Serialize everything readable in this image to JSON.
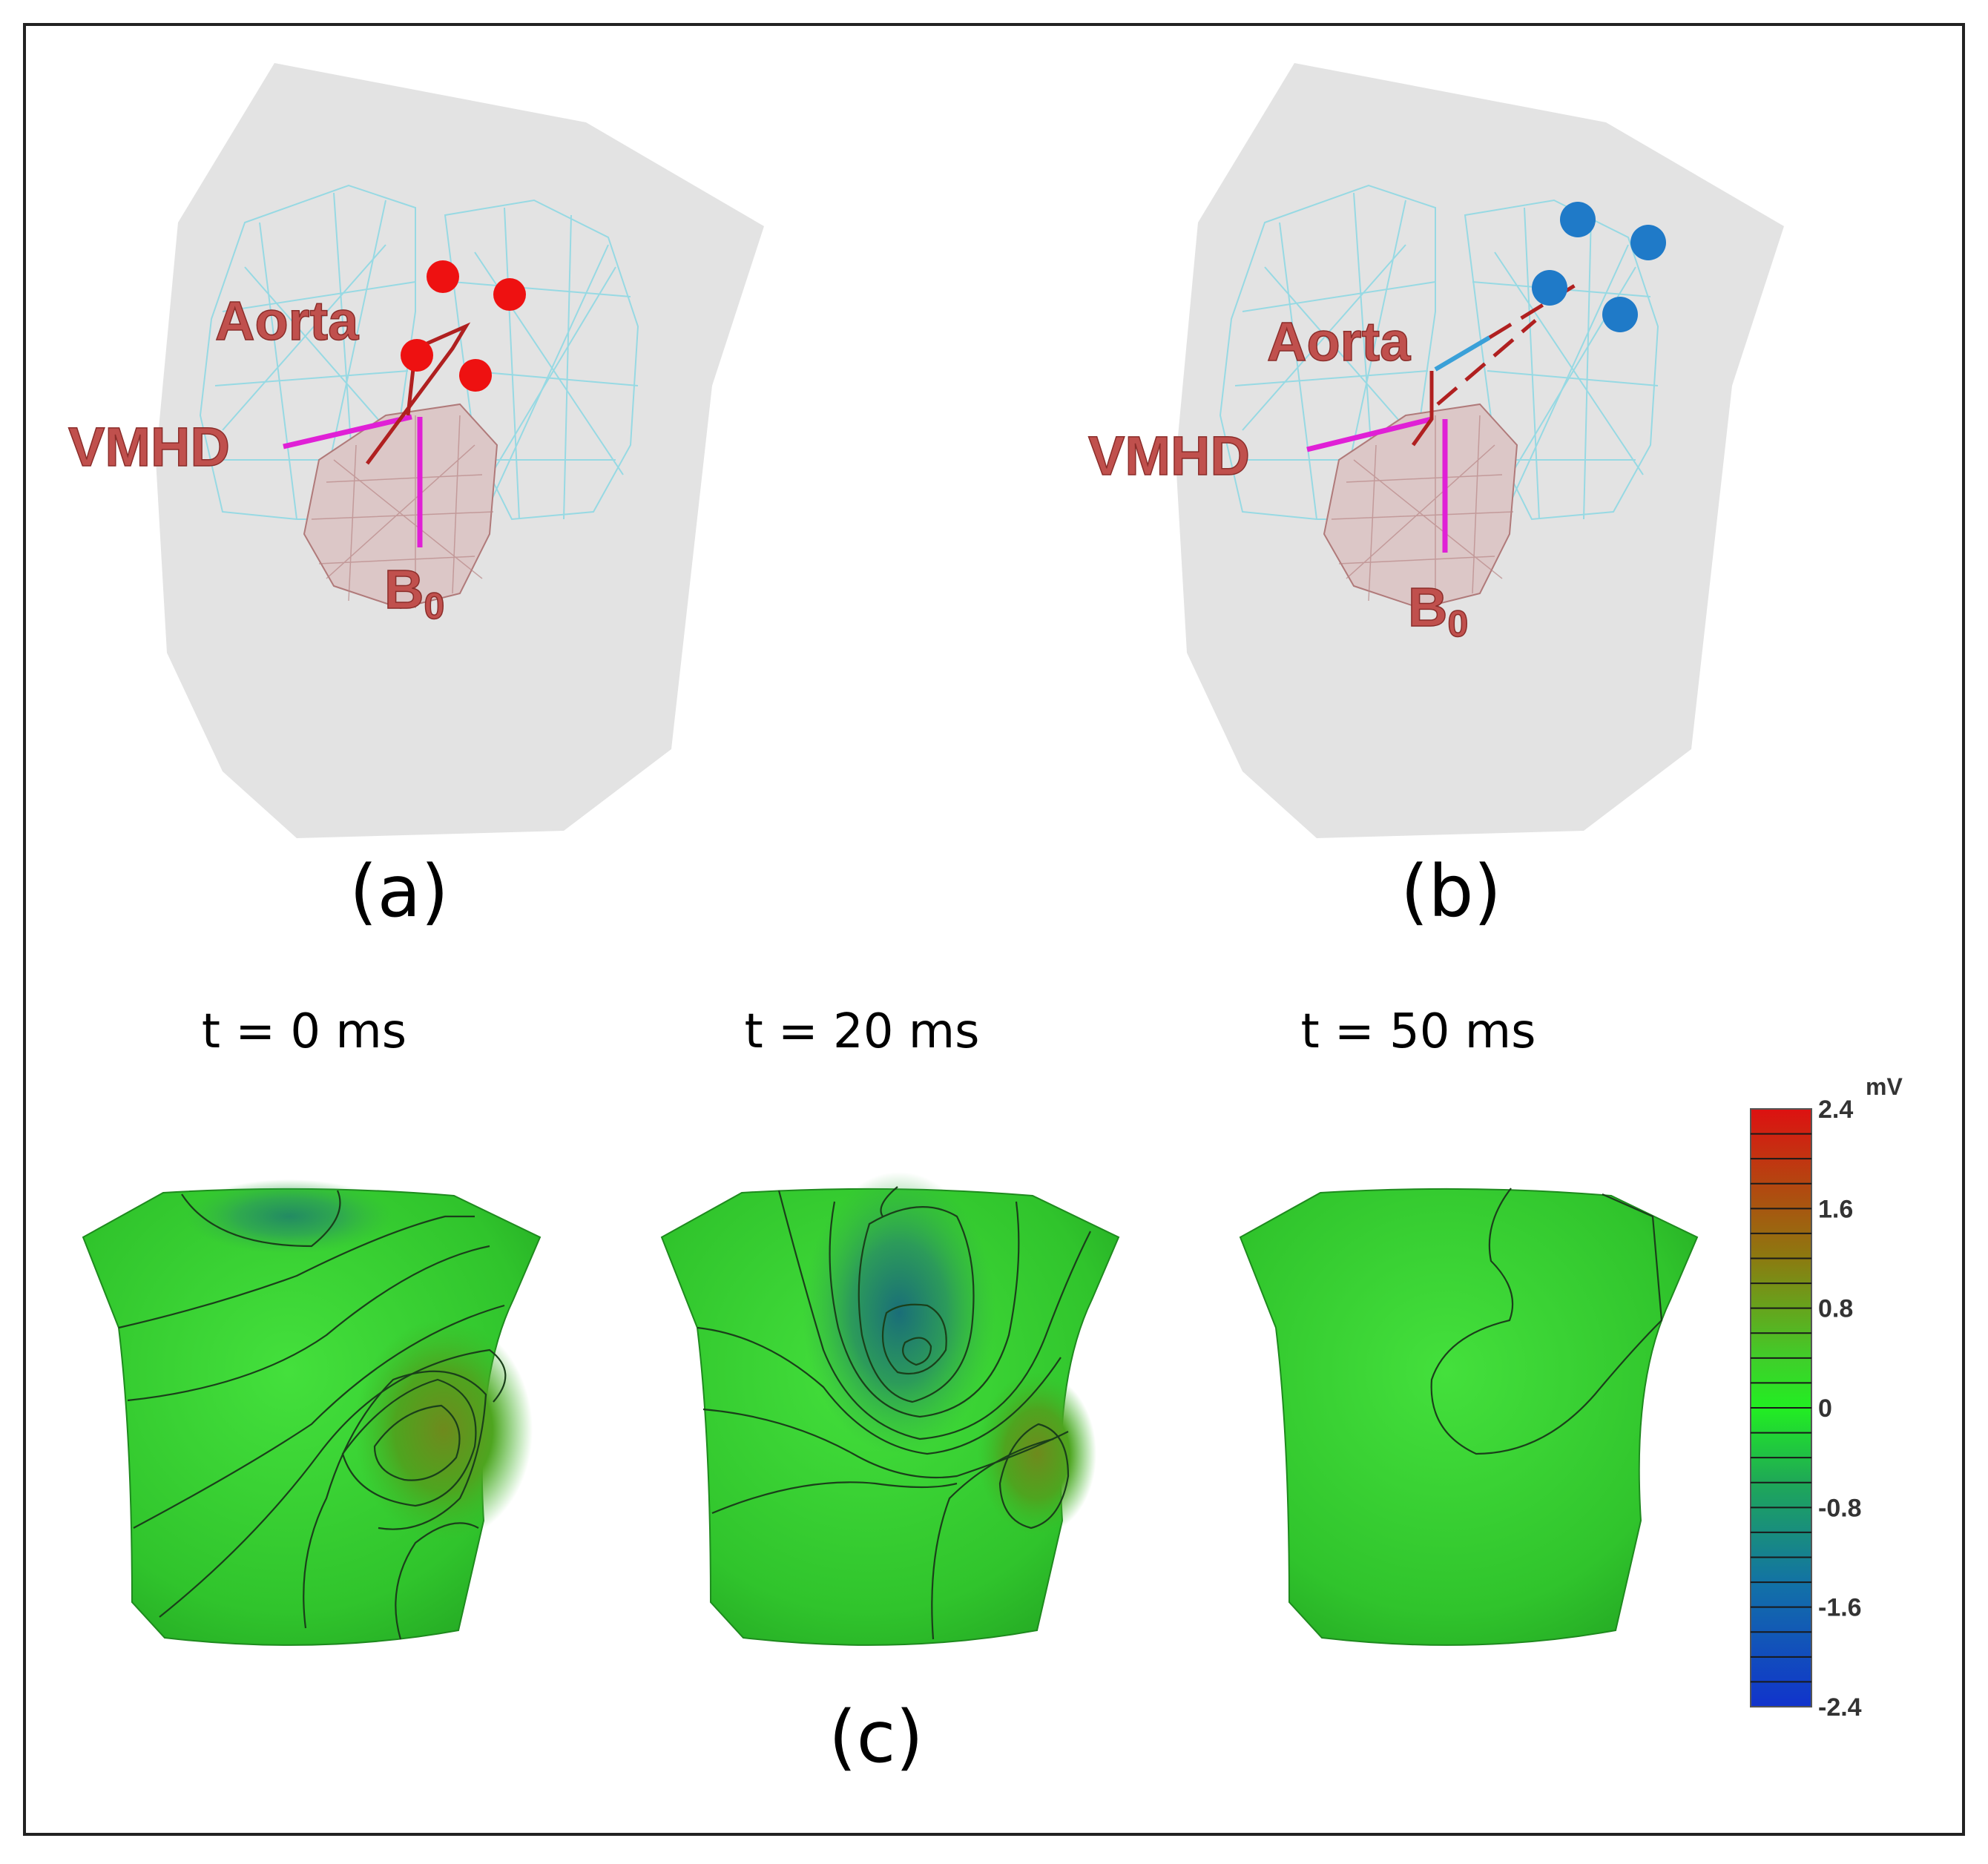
{
  "panels": {
    "a": {
      "label": "(a)",
      "annotations": {
        "aorta": "Aorta",
        "vmhd": "VMHD",
        "b0_main": "B",
        "b0_sub": "0"
      },
      "electrode_color": "#ee1111"
    },
    "b": {
      "label": "(b)",
      "annotations": {
        "aorta": "Aorta",
        "vmhd": "VMHD",
        "b0_main": "B",
        "b0_sub": "0"
      },
      "electrode_color": "#1f7ac8"
    },
    "c": {
      "label": "(c)",
      "maps": [
        {
          "time": "t = 0 ms"
        },
        {
          "time": "t = 20 ms"
        },
        {
          "time": "t = 50 ms"
        }
      ]
    }
  },
  "colorbar": {
    "unit": "mV",
    "ticks": [
      "2.4",
      "1.6",
      "0.8",
      "0",
      "-0.8",
      "-1.6",
      "-2.4"
    ],
    "range": [
      -2.4,
      2.4
    ],
    "colors": {
      "max": "#dd1111",
      "mid": "#22ee22",
      "min": "#1133cc"
    }
  }
}
